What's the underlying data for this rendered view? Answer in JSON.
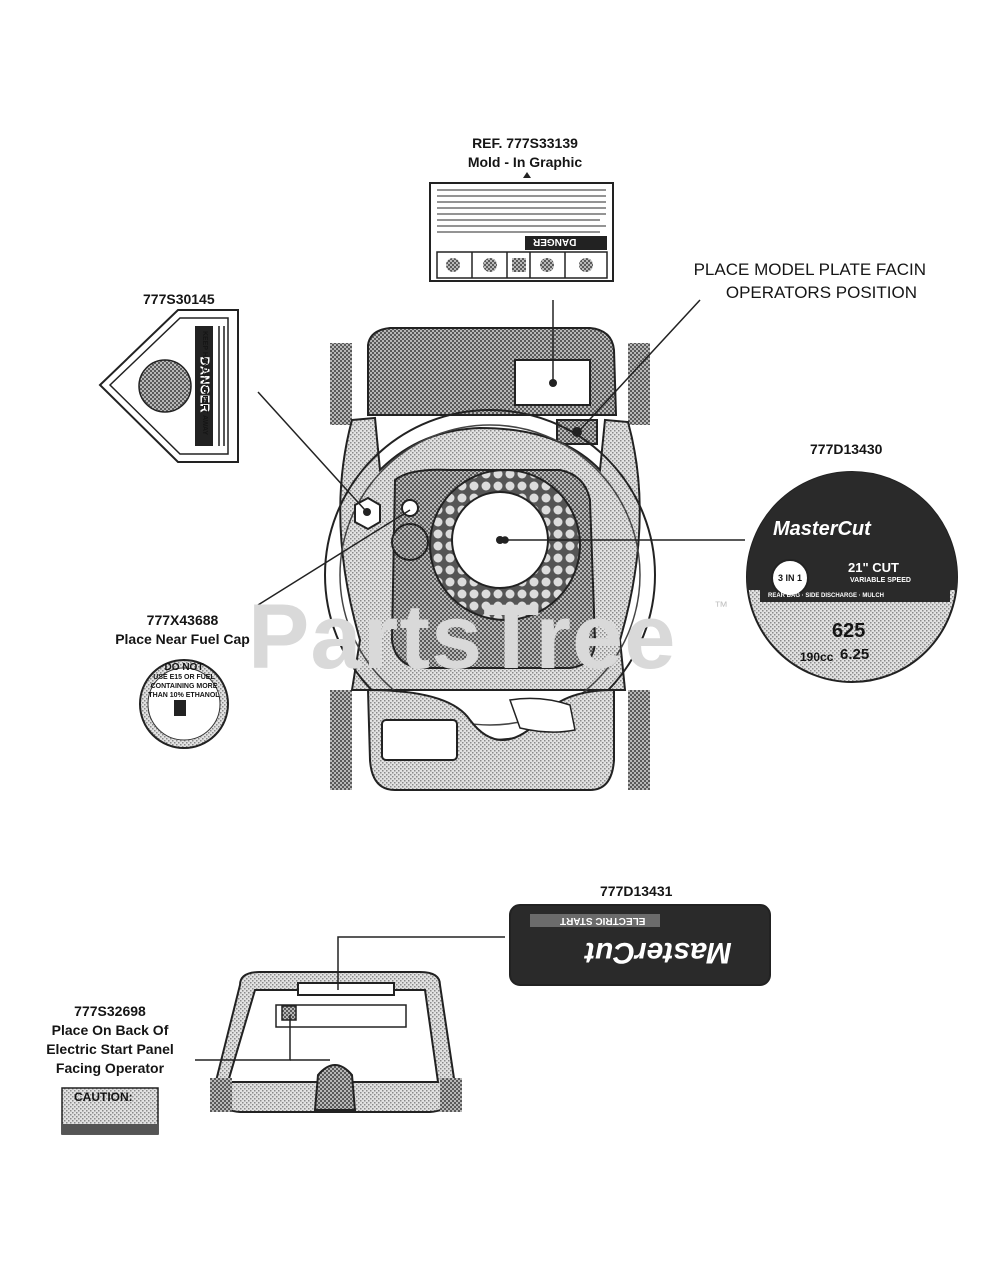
{
  "watermark": {
    "text": "PartsTree",
    "tm": "™"
  },
  "labels": {
    "ref_molded": {
      "line1": "REF. 777S33139",
      "line2": "Mold - In Graphic"
    },
    "model_plate": {
      "line1": "PLACE MODEL PLATE FACIN",
      "line2": "OPERATORS POSITION"
    },
    "part_danger_hands": "777S30145",
    "part_mastercut_round": "777D13430",
    "part_fuel": {
      "line1": "777X43688",
      "line2": "Place Near Fuel Cap"
    },
    "part_mastercut_bar": "777D13431",
    "part_caution": {
      "line1": "777S32698",
      "line2": "Place On Back Of",
      "line3": "Electric Start Panel",
      "line4": "Facing Operator"
    }
  },
  "decals": {
    "molded": {
      "title": "DANGER"
    },
    "hands": {
      "title": "DANGER",
      "subtitle": "KEEP HANDS AND FEET AWAY"
    },
    "mastercut_round": {
      "brand": "MasterCut",
      "badge": "3 IN 1",
      "cut": "21\" CUT",
      "speed": "VARIABLE SPEED",
      "modes": "REAR BAG · SIDE DISCHARGE · MULCH",
      "displacement": "625",
      "cc": "190cc",
      "torque": "6.25"
    },
    "fuel": {
      "line1": "DO NOT",
      "line2": "USE E15 OR FUEL",
      "line3": "CONTAINING MORE",
      "line4": "THAN 10% ETHANOL"
    },
    "mastercut_bar": {
      "brand": "MasterCut",
      "sub": "ELECTRIC START"
    },
    "caution": {
      "title": "CAUTION:"
    }
  },
  "colors": {
    "line": "#222222",
    "hatch": "#6f6f6f",
    "decal_dark": "#2a2a2a",
    "watermark": "#d9d9d9"
  }
}
